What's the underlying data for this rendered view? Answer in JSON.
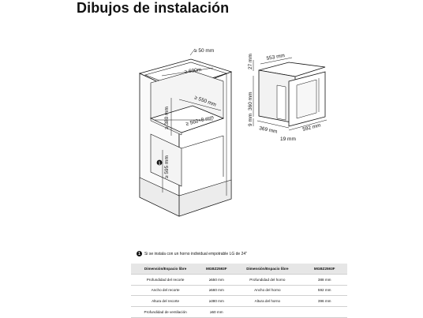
{
  "page": {
    "title": "Dibujos de instalación"
  },
  "cabinet_labels": {
    "top_gap": "≥ 50 mm",
    "width": "≥ 600m",
    "depth": "≥ 550 mm",
    "opening_width": "≥ 560+8 mm",
    "opening_height": "≥ 380 mm",
    "floor_height": "≥ 595 mm",
    "marker": "1"
  },
  "oven_labels": {
    "width": "553 mm",
    "frame_top": "27 mm",
    "height": "360 mm",
    "frame_bottom": "9 mm",
    "depth": "369 mm",
    "frame_depth": "19 mm",
    "overall_width": "592 mm"
  },
  "note": {
    "marker": "1",
    "text": "Si se instala con un horno individual empotrable LG de 24\""
  },
  "table": {
    "headers": [
      "Dimensión/Espacio libre",
      "MGBZ2593F",
      "Dimensión/Espacio libre",
      "MGBZ2593F"
    ],
    "rows": [
      [
        "Profundidad del recorte",
        "≥550 mm",
        "Profundidad del horno",
        "388 mm"
      ],
      [
        "Ancho del recorte",
        "≥560 mm",
        "Ancho del horno",
        "592 mm"
      ],
      [
        "Altura del recorte",
        "≥380 mm",
        "Altura del horno",
        "396 mm"
      ],
      [
        "Profundidad de ventilación",
        "≥50 mm",
        "",
        ""
      ]
    ]
  }
}
